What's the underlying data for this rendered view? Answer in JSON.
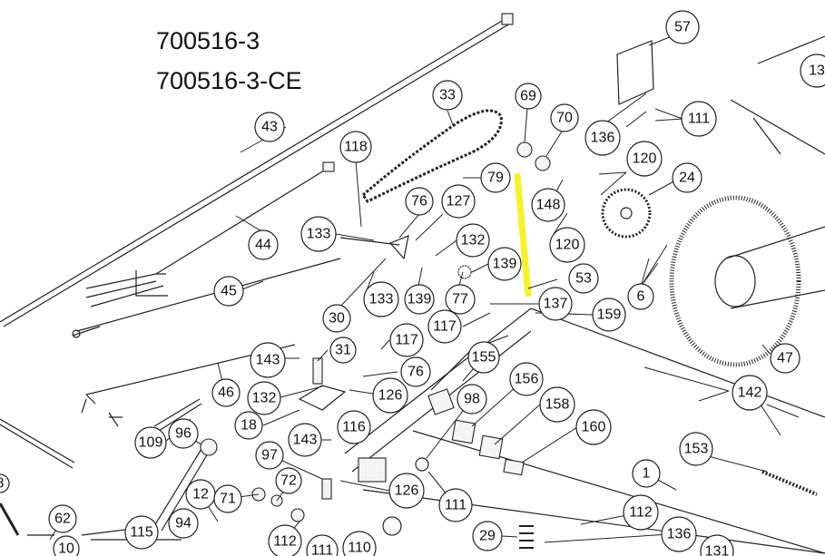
{
  "diagram": {
    "part_numbers": [
      "700516-3",
      "700516-3-CE"
    ],
    "highlight_color": "#f4f000",
    "callouts": [
      {
        "id": "57",
        "label": "57"
      },
      {
        "id": "13x",
        "label": "13"
      },
      {
        "id": "33",
        "label": "33"
      },
      {
        "id": "69",
        "label": "69"
      },
      {
        "id": "70",
        "label": "70"
      },
      {
        "id": "43",
        "label": "43"
      },
      {
        "id": "136a",
        "label": "136"
      },
      {
        "id": "111a",
        "label": "111"
      },
      {
        "id": "118",
        "label": "118"
      },
      {
        "id": "79",
        "label": "79"
      },
      {
        "id": "120a",
        "label": "120"
      },
      {
        "id": "24",
        "label": "24"
      },
      {
        "id": "148",
        "label": "148"
      },
      {
        "id": "76a",
        "label": "76"
      },
      {
        "id": "127",
        "label": "127"
      },
      {
        "id": "44",
        "label": "44"
      },
      {
        "id": "133a",
        "label": "133"
      },
      {
        "id": "132a",
        "label": "132"
      },
      {
        "id": "120b",
        "label": "120"
      },
      {
        "id": "139a",
        "label": "139"
      },
      {
        "id": "53",
        "label": "53"
      },
      {
        "id": "45",
        "label": "45"
      },
      {
        "id": "133b",
        "label": "133"
      },
      {
        "id": "139b",
        "label": "139"
      },
      {
        "id": "77",
        "label": "77"
      },
      {
        "id": "137",
        "label": "137"
      },
      {
        "id": "6",
        "label": "6"
      },
      {
        "id": "30",
        "label": "30"
      },
      {
        "id": "117a",
        "label": "117"
      },
      {
        "id": "159",
        "label": "159"
      },
      {
        "id": "117b",
        "label": "117"
      },
      {
        "id": "143a",
        "label": "143"
      },
      {
        "id": "31",
        "label": "31"
      },
      {
        "id": "47",
        "label": "47"
      },
      {
        "id": "155",
        "label": "155"
      },
      {
        "id": "76b",
        "label": "76"
      },
      {
        "id": "142",
        "label": "142"
      },
      {
        "id": "46",
        "label": "46"
      },
      {
        "id": "132b",
        "label": "132"
      },
      {
        "id": "126a",
        "label": "126"
      },
      {
        "id": "156",
        "label": "156"
      },
      {
        "id": "98",
        "label": "98"
      },
      {
        "id": "158",
        "label": "158"
      },
      {
        "id": "18",
        "label": "18"
      },
      {
        "id": "116",
        "label": "116"
      },
      {
        "id": "160",
        "label": "160"
      },
      {
        "id": "109",
        "label": "109"
      },
      {
        "id": "96",
        "label": "96"
      },
      {
        "id": "143b",
        "label": "143"
      },
      {
        "id": "153",
        "label": "153"
      },
      {
        "id": "97",
        "label": "97"
      },
      {
        "id": "72",
        "label": "72"
      },
      {
        "id": "126b",
        "label": "126"
      },
      {
        "id": "1",
        "label": "1"
      },
      {
        "id": "12",
        "label": "12"
      },
      {
        "id": "71",
        "label": "71"
      },
      {
        "id": "111b",
        "label": "111"
      },
      {
        "id": "112a",
        "label": "112"
      },
      {
        "id": "62",
        "label": "62"
      },
      {
        "id": "8x",
        "label": "8"
      },
      {
        "id": "94",
        "label": "94"
      },
      {
        "id": "115",
        "label": "115"
      },
      {
        "id": "112b",
        "label": "112"
      },
      {
        "id": "29",
        "label": "29"
      },
      {
        "id": "136b",
        "label": "136"
      },
      {
        "id": "10",
        "label": "10"
      },
      {
        "id": "111c",
        "label": "111"
      },
      {
        "id": "110",
        "label": "110"
      },
      {
        "id": "131x",
        "label": "131"
      }
    ]
  }
}
